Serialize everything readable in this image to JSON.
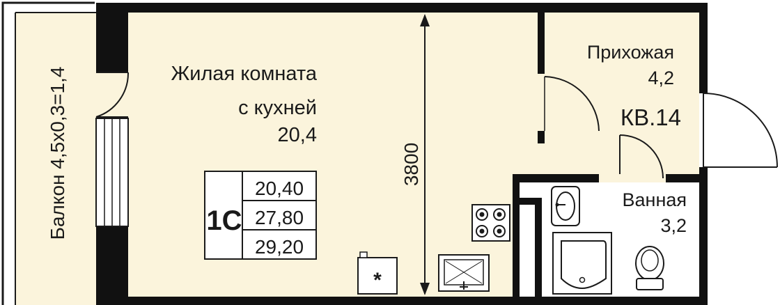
{
  "colors": {
    "floor": "#fbf4dc",
    "wall": "#111111",
    "line": "#1a1a1a"
  },
  "rooms": {
    "living": {
      "line1": "Жилая комната",
      "line2": "с кухней",
      "area": "20,4"
    },
    "hall": {
      "name": "Прихожая",
      "area": "4,2"
    },
    "bath": {
      "name": "Ванная",
      "area": "3,2"
    },
    "balcony": {
      "label": "Балкон 4,5х0,3=1,4"
    }
  },
  "apartment": {
    "number": "КВ.14"
  },
  "dimension": {
    "value": "3800"
  },
  "info_box": {
    "type": "1С",
    "rows": [
      "20,40",
      "27,80",
      "29,20"
    ]
  },
  "marker": {
    "symbol": "*"
  }
}
